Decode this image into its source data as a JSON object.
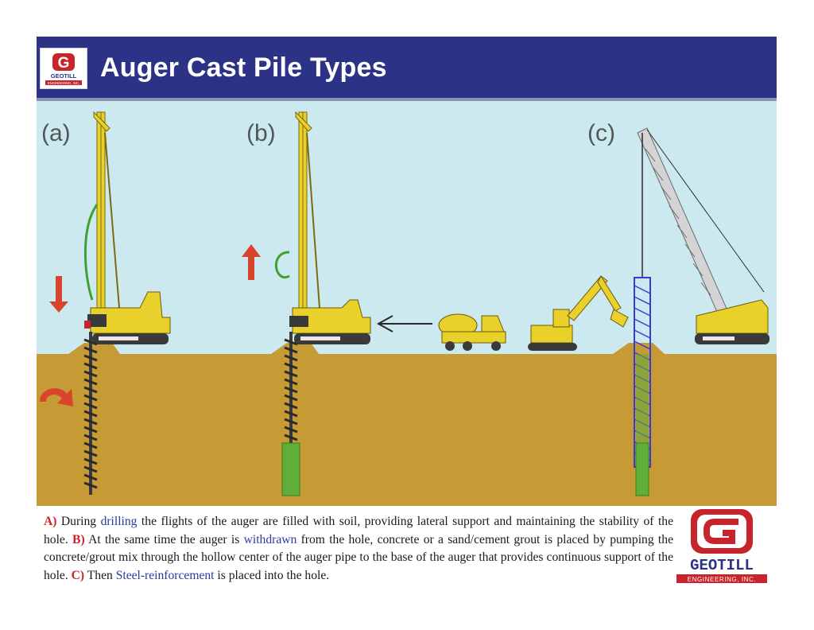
{
  "header": {
    "title": "Auger Cast Pile Types",
    "logo_small_text": "GEOTILL",
    "logo_small_sub": "ENGINEERING, INC."
  },
  "panels": {
    "a_label": "(a)",
    "b_label": "(b)",
    "c_label": "(c)"
  },
  "caption": {
    "a_key": "A)",
    "a_t1": " During ",
    "a_link": "drilling",
    "a_t2": " the flights of the auger are filled with soil, providing lateral support and maintaining the stability of the hole. ",
    "b_key": "B)",
    "b_t1": " At the same time the auger is ",
    "b_link": "withdrawn",
    "b_t2": " from the hole, concrete or a sand/cement grout is placed by pumping the concrete/grout mix through the hollow center of the auger pipe to the base of the auger that provides continuous support of the hole. ",
    "c_key": "C)",
    "c_t1": " Then ",
    "c_link": "Steel-reinforcement",
    "c_t2": " is placed into the hole."
  },
  "logo": {
    "name": "GEOTILL",
    "sub": "ENGINEERING, INC."
  },
  "colors": {
    "title_bar": "#2c3386",
    "sky": "#cde9f0",
    "ground": "#c69a35",
    "machine": "#e9d02a",
    "pile": "#5fae3a",
    "arrow": "#d9442d",
    "logo_red": "#c8242b"
  }
}
